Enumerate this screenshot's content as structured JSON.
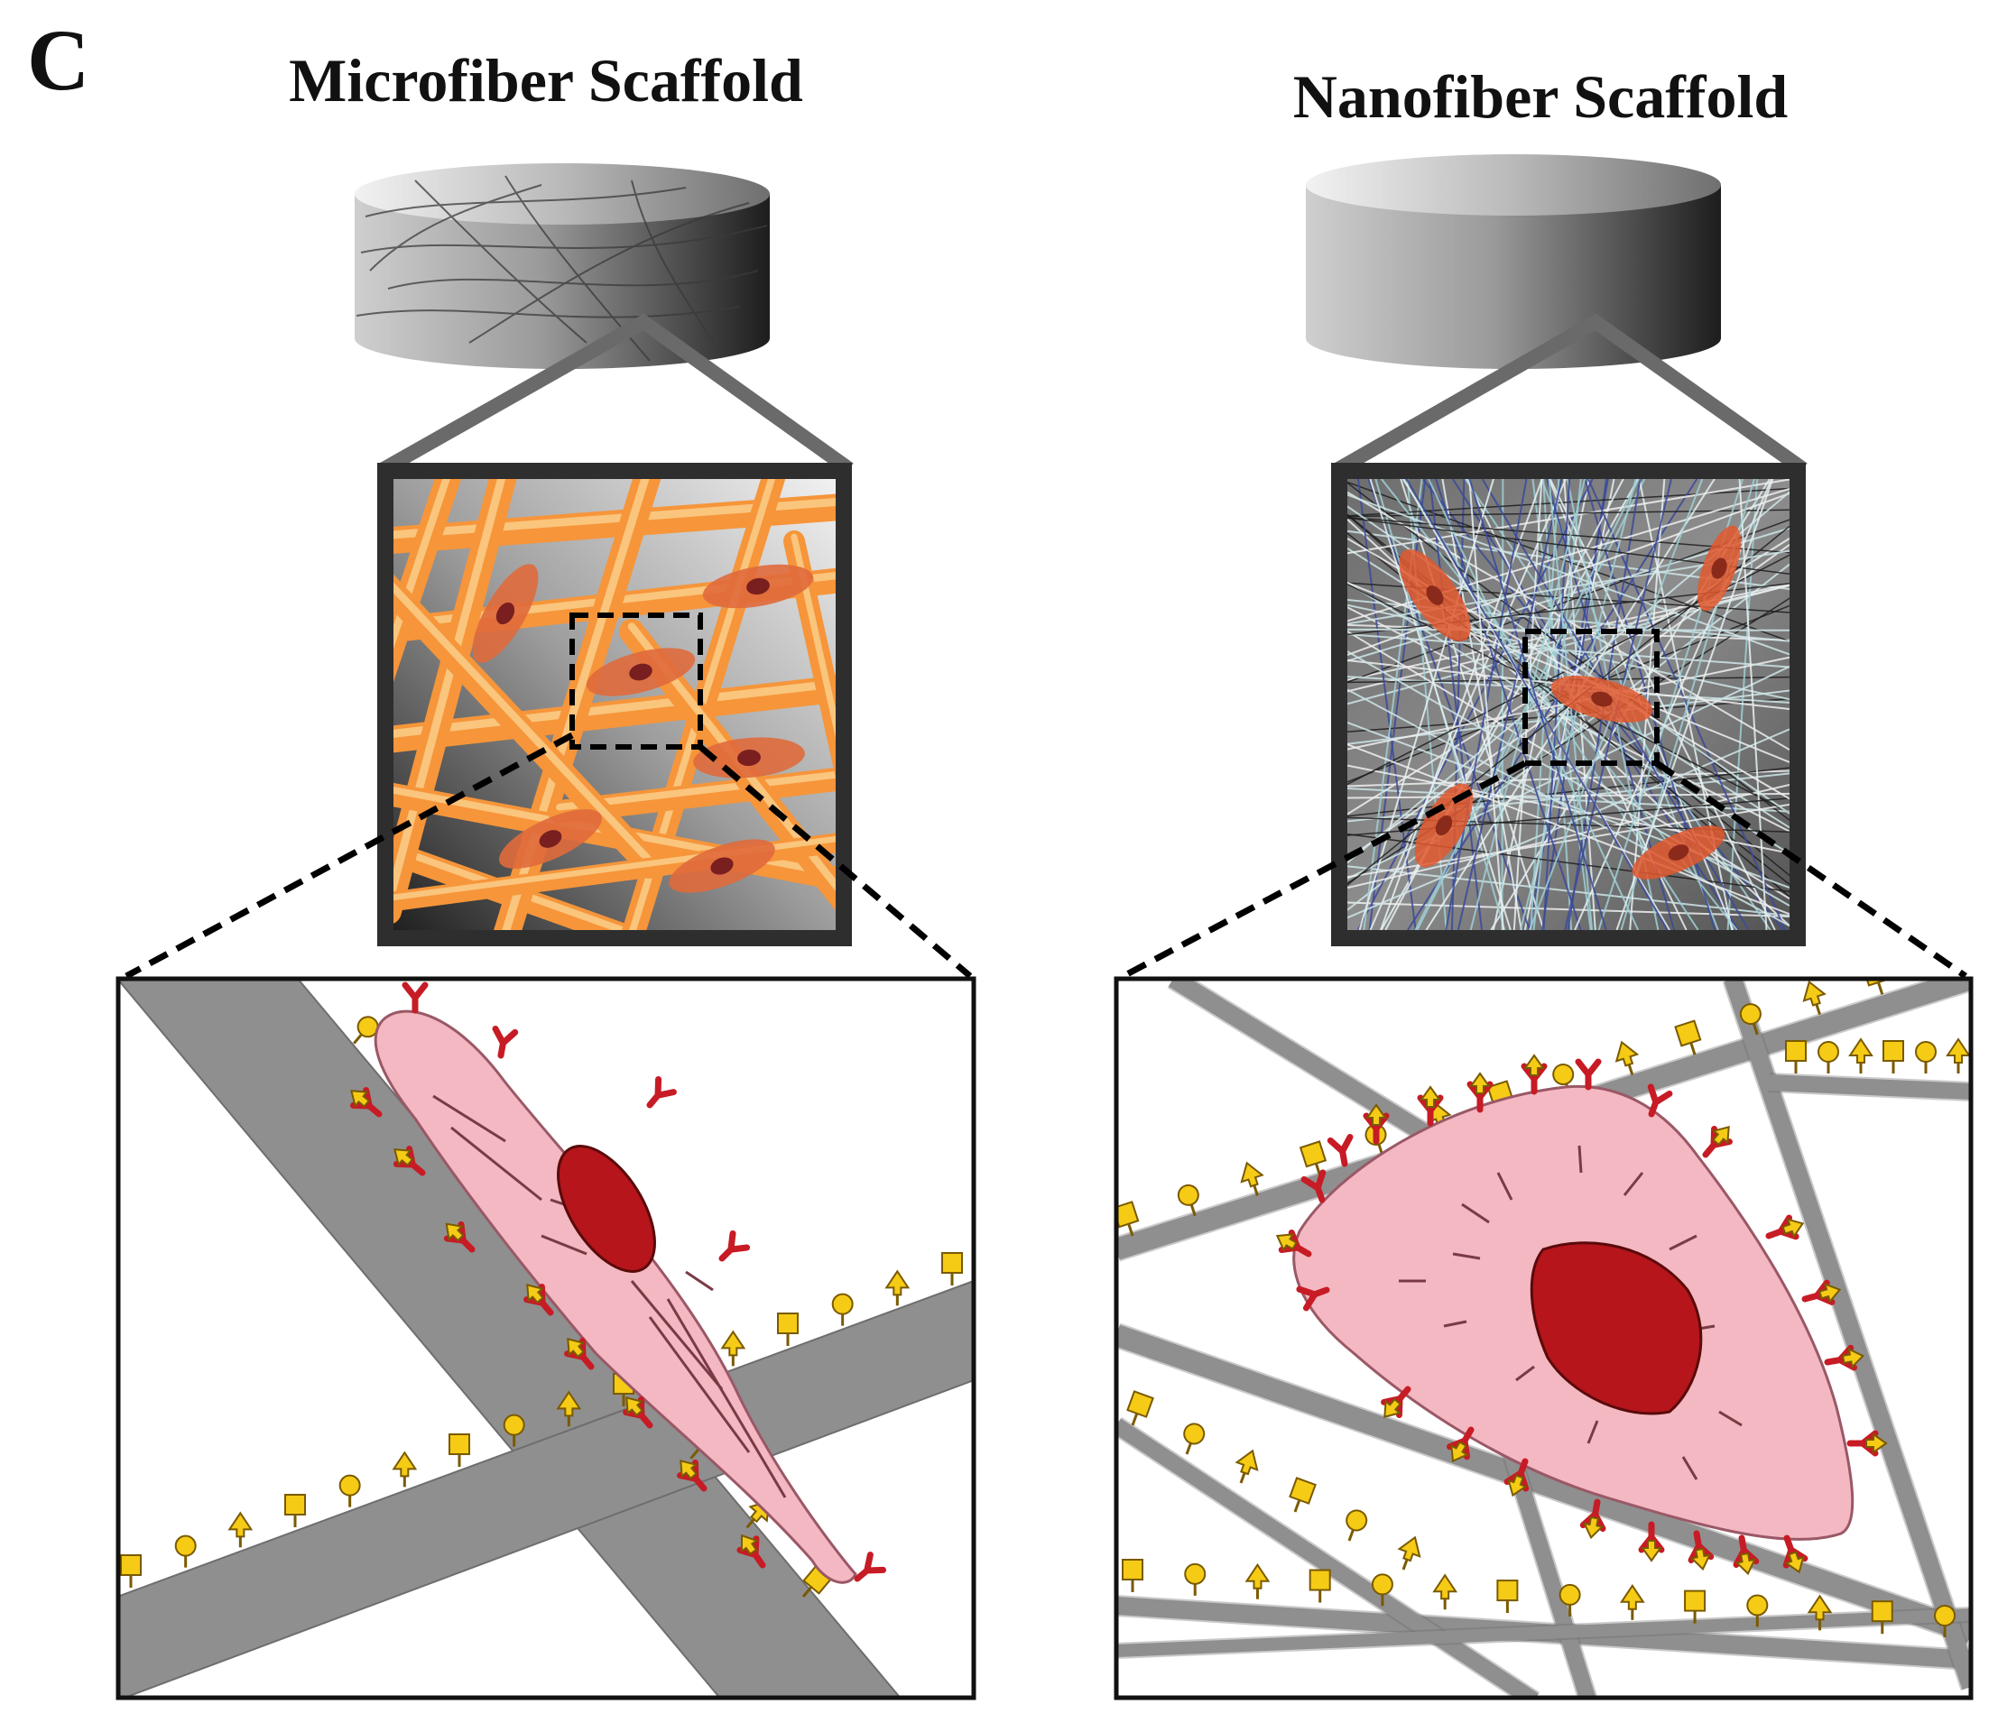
{
  "figure": {
    "panel_letter": "C",
    "left_panel": {
      "title": "Microfiber Scaffold"
    },
    "right_panel": {
      "title": "Nanofiber Scaffold"
    }
  },
  "colors": {
    "microfiber": "#f6953a",
    "microfiber_light": "#fcd28e",
    "cell_body": "#f4b8c2",
    "cell_outline": "#9a5866",
    "nucleus": "#b5151b",
    "receptor": "#c71b25",
    "ligand": "#f5cb16",
    "fiber_gray": "#8f8f8f",
    "nanofiber_light": "#d9ecee",
    "box_border": "#2e2e2e"
  }
}
